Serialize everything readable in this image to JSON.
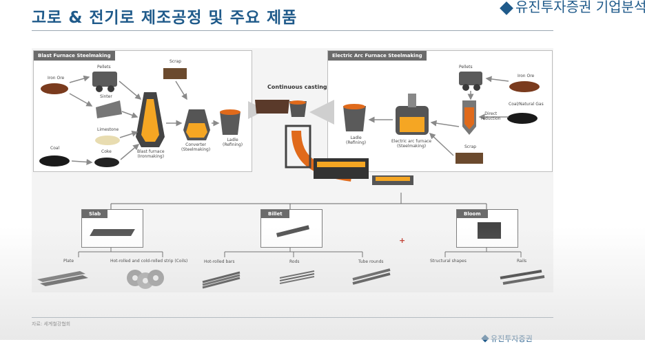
{
  "title": "고로 & 전기로 제조공정 및 주요 제품",
  "brand": "유진투자증권 기업분석",
  "footer_brand": "유진투자증권",
  "source": "자료: 세계철강협회",
  "blast_panel": {
    "header": "Blast Furnace Steelmaking",
    "labels": {
      "iron_ore": "Iron Ore",
      "pellets": "Pellets",
      "sinter": "Sinter",
      "limestone": "Limestone",
      "coal": "Coal",
      "coke": "Coke",
      "scrap": "Scrap",
      "blast_furnace": "Blast furnace",
      "blast_furnace_sub": "(Ironmaking)",
      "converter": "Converter",
      "converter_sub": "(Steelmaking)",
      "ladle": "Ladle",
      "ladle_sub": "(Refining)"
    }
  },
  "continuous_casting": "Continuous casting",
  "eaf_panel": {
    "header": "Electric Arc Furnace Steelmaking",
    "labels": {
      "pellets": "Pellets",
      "iron_ore": "Iron Ore",
      "coal_gas": "Coal/Natural Gas",
      "direct": "Direct",
      "reduction": "reduction",
      "scrap": "Scrap",
      "eaf": "Electric arc furnace",
      "eaf_sub": "(Steelmaking)",
      "ladle": "Ladle",
      "ladle_sub": "(Refining)"
    }
  },
  "categories": {
    "slab": "Slab",
    "billet": "Billet",
    "bloom": "Bloom"
  },
  "products": {
    "plate": "Plate",
    "strip": "Hot-rolled and cold-rolled strip (Coils)",
    "bars": "Hot-rolled bars",
    "rods": "Rods",
    "tube": "Tube rounds",
    "structural": "Structural shapes",
    "rails": "Rails"
  },
  "marker": "+",
  "colors": {
    "title": "#1f5a8a",
    "panel_header": "#6b6b6b",
    "molten": "#f5a623",
    "hot": "#e06a1b",
    "steel": "#4a4a4a",
    "arrow": "#8a8a8a"
  }
}
